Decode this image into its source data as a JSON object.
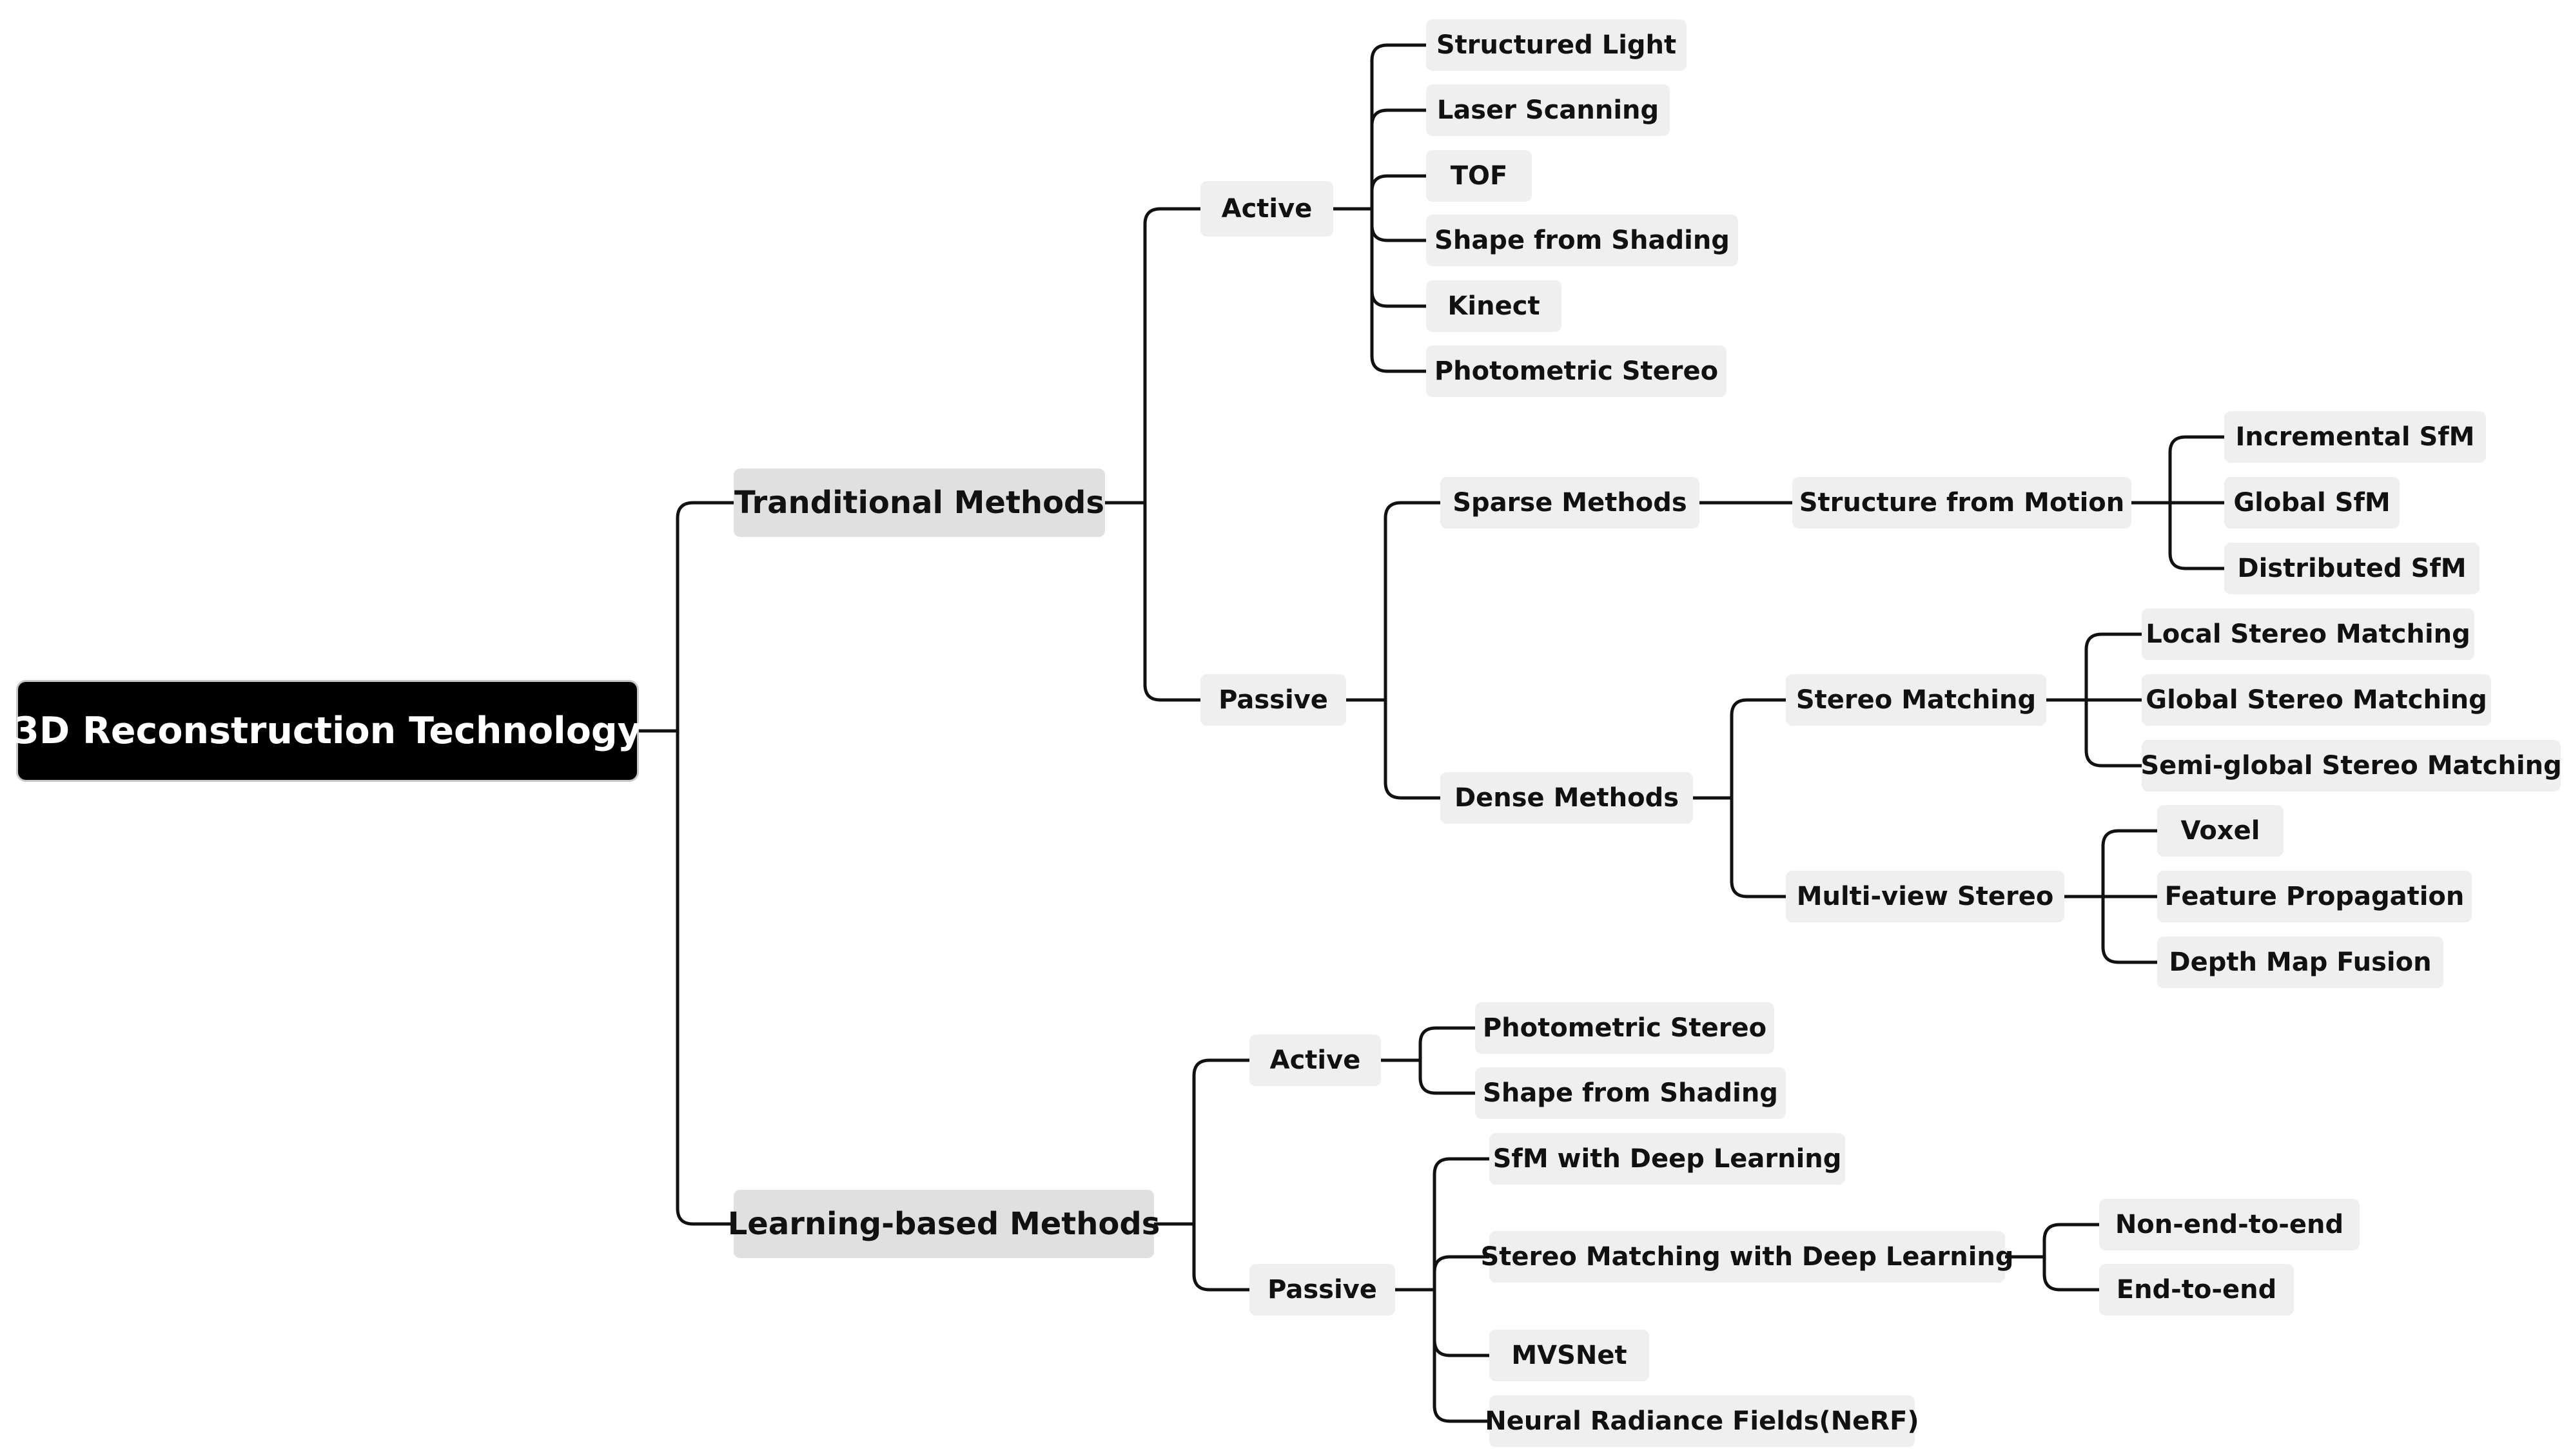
{
  "tree": {
    "label": "3D Reconstruction Technology",
    "children": [
      {
        "label": "Tranditional Methods",
        "children": [
          {
            "label": "Active",
            "children": [
              {
                "label": "Structured Light"
              },
              {
                "label": "Laser Scanning"
              },
              {
                "label": "TOF"
              },
              {
                "label": "Shape from Shading"
              },
              {
                "label": "Kinect"
              },
              {
                "label": "Photometric Stereo"
              }
            ]
          },
          {
            "label": "Passive",
            "children": [
              {
                "label": "Sparse Methods",
                "children": [
                  {
                    "label": "Structure from Motion",
                    "children": [
                      {
                        "label": "Incremental SfM"
                      },
                      {
                        "label": "Global SfM"
                      },
                      {
                        "label": "Distributed SfM"
                      }
                    ]
                  }
                ]
              },
              {
                "label": "Dense Methods",
                "children": [
                  {
                    "label": "Stereo Matching",
                    "children": [
                      {
                        "label": "Local Stereo Matching"
                      },
                      {
                        "label": "Global Stereo Matching"
                      },
                      {
                        "label": "Semi-global Stereo Matching"
                      }
                    ]
                  },
                  {
                    "label": "Multi-view Stereo",
                    "children": [
                      {
                        "label": "Voxel"
                      },
                      {
                        "label": "Feature Propagation"
                      },
                      {
                        "label": "Depth Map Fusion"
                      }
                    ]
                  }
                ]
              }
            ]
          }
        ]
      },
      {
        "label": "Learning-based Methods",
        "children": [
          {
            "label": "Active",
            "children": [
              {
                "label": "Photometric Stereo"
              },
              {
                "label": "Shape from Shading"
              }
            ]
          },
          {
            "label": "Passive",
            "children": [
              {
                "label": "SfM with Deep Learning"
              },
              {
                "label": "Stereo Matching with Deep Learning",
                "children": [
                  {
                    "label": "Non-end-to-end"
                  },
                  {
                    "label": "End-to-end"
                  }
                ]
              },
              {
                "label": "MVSNet"
              },
              {
                "label": "Neural Radiance Fields(NeRF)"
              }
            ]
          }
        ]
      }
    ]
  }
}
